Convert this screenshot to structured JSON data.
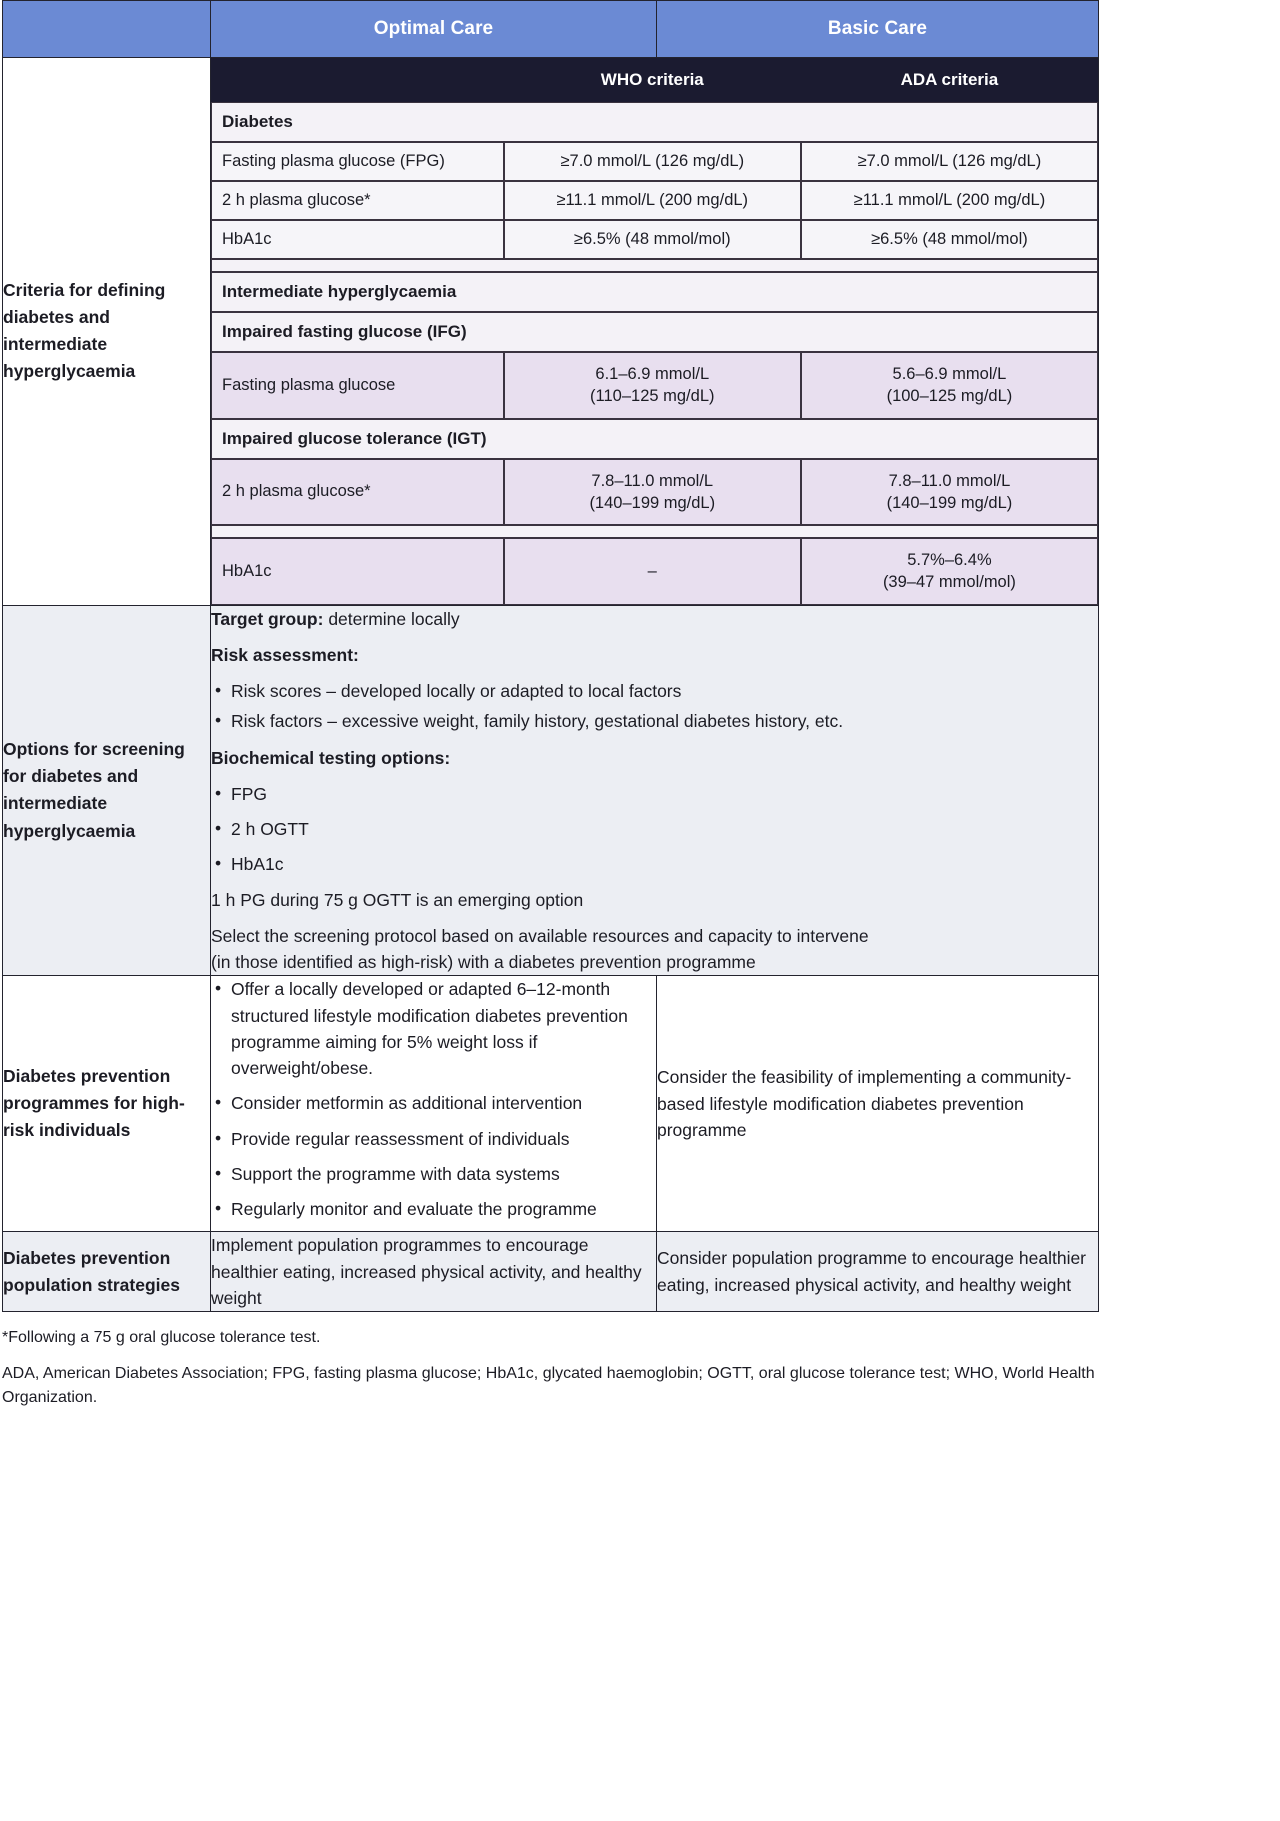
{
  "header": {
    "blank_label": "",
    "optimal_care": "Optimal Care",
    "basic_care": "Basic Care"
  },
  "rows": {
    "criteria": {
      "label": "Criteria for defining diabetes and intermediate hyperglycaemia",
      "inner_table": {
        "col_blank": "",
        "col_who": "WHO criteria",
        "col_ada": "ADA criteria",
        "section_diabetes": "Diabetes",
        "diabetes_rows": [
          {
            "name": "Fasting plasma glucose (FPG)",
            "who": "≥7.0 mmol/L (126 mg/dL)",
            "ada": "≥7.0 mmol/L (126 mg/dL)"
          },
          {
            "name": "2 h plasma glucose*",
            "who": "≥11.1 mmol/L (200 mg/dL)",
            "ada": "≥11.1 mmol/L (200 mg/dL)"
          },
          {
            "name": "HbA1c",
            "who": "≥6.5% (48 mmol/mol)",
            "ada": "≥6.5% (48 mmol/mol)"
          }
        ],
        "section_intermediate": "Intermediate hyperglycaemia",
        "section_ifg": "Impaired fasting glucose (IFG)",
        "ifg_row": {
          "name": "Fasting plasma glucose",
          "who_line1": "6.1–6.9 mmol/L",
          "who_line2": "(110–125 mg/dL)",
          "ada_line1": "5.6–6.9 mmol/L",
          "ada_line2": "(100–125 mg/dL)"
        },
        "section_igt": "Impaired glucose tolerance (IGT)",
        "igt_row": {
          "name": "2 h plasma glucose*",
          "who_line1": "7.8–11.0 mmol/L",
          "who_line2": "(140–199 mg/dL)",
          "ada_line1": "7.8–11.0 mmol/L",
          "ada_line2": "(140–199 mg/dL)"
        },
        "hba1c_row": {
          "name": "HbA1c",
          "who": "–",
          "ada_line1": "5.7%–6.4%",
          "ada_line2": "(39–47 mmol/mol)"
        }
      }
    },
    "screening": {
      "label": "Options for screening for diabetes and intermediate hyperglycaemia",
      "target_group_label": "Target group:",
      "target_group_value": " determine locally",
      "risk_assessment_label": "Risk assessment:",
      "risk_assessment_items": [
        "Risk scores – developed locally or adapted to local factors",
        "Risk factors – excessive weight, family history, gestational diabetes history, etc."
      ],
      "biochemical_label": "Biochemical testing options:",
      "biochemical_items": [
        "FPG",
        "2 h OGTT",
        "HbA1c"
      ],
      "emerging_option": "1 h PG during 75 g OGTT is an emerging option",
      "select_protocol_line1": "Select the screening protocol based on available resources and capacity to intervene",
      "select_protocol_line2": "(in those identified as high-risk) with a diabetes prevention programme"
    },
    "prevention_programmes": {
      "label": "Diabetes prevention programmes for high-risk individuals",
      "optimal_items": [
        "Offer a locally developed or adapted 6–12-month structured lifestyle modification diabetes prevention programme aiming for 5% weight loss if overweight/obese.",
        "Consider metformin as additional intervention",
        "Provide regular reassessment of individuals",
        "Support the programme with data systems",
        "Regularly monitor and evaluate the programme"
      ],
      "basic_text": "Consider the feasibility of implementing a community-based lifestyle modification diabetes prevention programme"
    },
    "population_strategies": {
      "label": "Diabetes prevention population strategies",
      "optimal_text": "Implement population programmes to encourage healthier eating, increased physical activity, and healthy weight",
      "basic_text": "Consider population programme to encourage healthier eating, increased physical activity, and healthy weight"
    }
  },
  "footnotes": {
    "star": "*Following a 75 g oral glucose tolerance test.",
    "abbreviations": "ADA, American Diabetes Association; FPG, fasting plasma glucose; HbA1c, glycated haemoglobin; OGTT, oral glucose tolerance test; WHO, World Health Organization."
  },
  "colors": {
    "header_blue": "#6b8ad4",
    "inner_header_navy": "#1b1b30",
    "lilac": "#e8dfef",
    "light_grey": "#eceef3",
    "border": "#23232e"
  }
}
